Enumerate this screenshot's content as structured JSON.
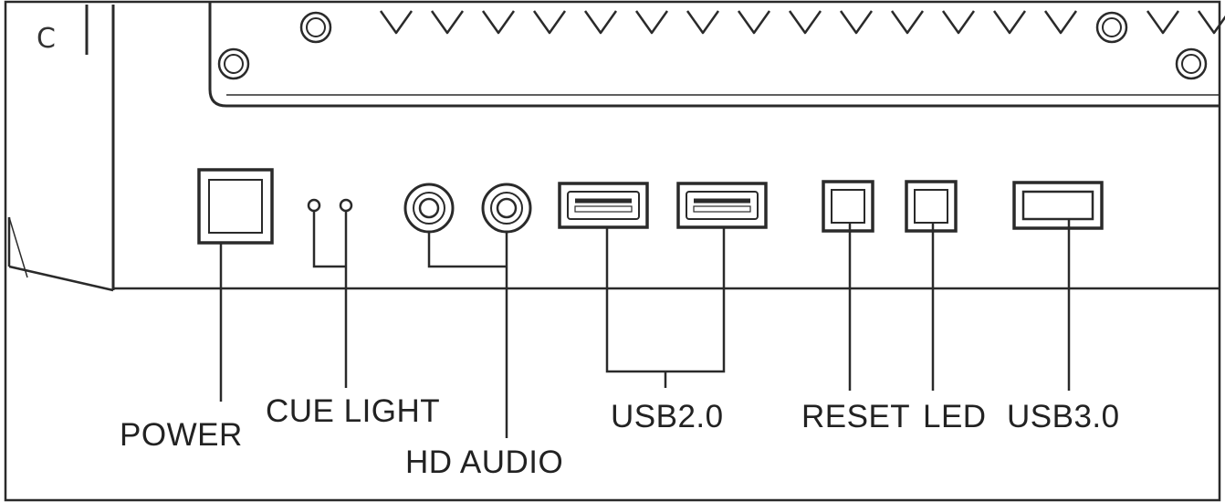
{
  "corner_label": "C",
  "labels": {
    "power": "POWER",
    "cue_light": "CUE LIGHT",
    "hd_audio": "HD AUDIO",
    "usb2": "USB2.0",
    "reset": "RESET",
    "led": "LED",
    "usb3": "USB3.0"
  },
  "line_color": "#2a2a2a"
}
